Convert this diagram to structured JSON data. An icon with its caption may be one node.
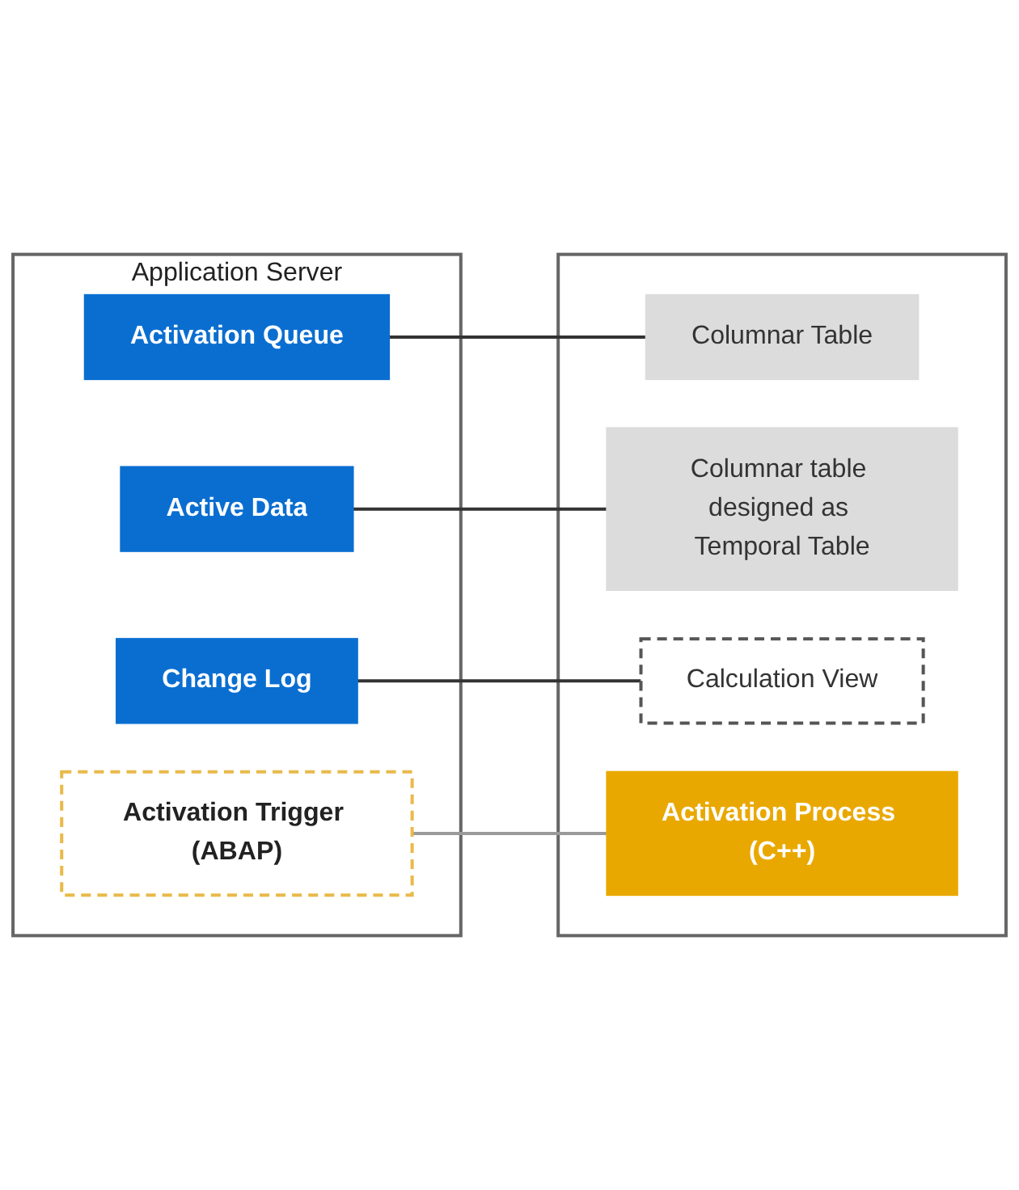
{
  "diagram": {
    "nodes": [
      {
        "text": [
          "Application Server"
        ]
      },
      {
        "text": [
          "Activation Queue"
        ],
        "in": 0
      },
      {
        "text": [
          "Active Data"
        ],
        "in": 0
      },
      {
        "text": [
          "Change Log"
        ],
        "in": 0
      },
      {
        "text": [
          "Activation Trigger (ABAP)"
        ],
        "in": 0
      },
      {
        "text": [],
        "shape": "box"
      },
      {
        "text": [
          "Columnar Table"
        ],
        "in": 5
      },
      {
        "text": [
          "Columnar table designed as Temporal Table"
        ],
        "in": 5
      },
      {
        "text": [
          "Calculation View"
        ],
        "in": 5
      },
      {
        "text": [
          "Activation Process (C++)"
        ],
        "in": 5
      }
    ],
    "edges": [
      {
        "from": 1,
        "to": 6,
        "arrow": "none"
      },
      {
        "from": 2,
        "to": 7,
        "arrow": "none"
      },
      {
        "from": 3,
        "to": 8,
        "arrow": "none"
      },
      {
        "from": 4,
        "to": 9,
        "arrow": "none",
        "color": "#9a9a9a"
      }
    ]
  }
}
